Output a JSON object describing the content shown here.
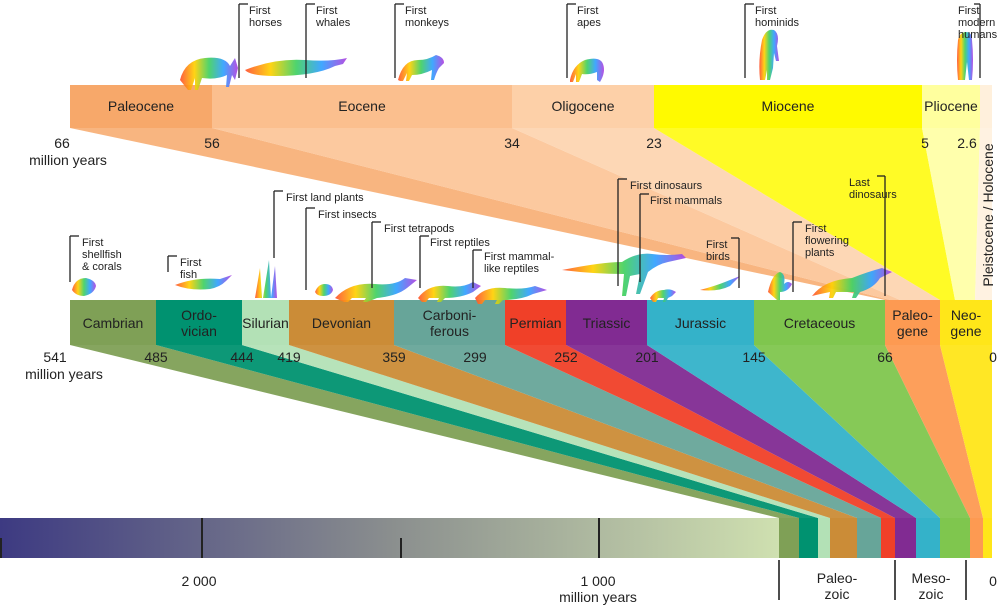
{
  "upper_axis": {
    "unit": "million years",
    "epochs": [
      {
        "name": "Paleocene",
        "color": "#f7a86a"
      },
      {
        "name": "Eocene",
        "color": "#fbbf8e"
      },
      {
        "name": "Oligocene",
        "color": "#fdd0a8"
      },
      {
        "name": "Miocene",
        "color": "#fffa00"
      },
      {
        "name": "Pliocene",
        "color": "#ffff9e"
      },
      {
        "name": "Pleistocene / Holocene",
        "color": "#fff0dc"
      }
    ],
    "ticks": [
      "66",
      "56",
      "34",
      "23",
      "5",
      "2.6"
    ],
    "events": [
      {
        "text": "First horses",
        "lines": [
          "First",
          "horses"
        ]
      },
      {
        "text": "First whales",
        "lines": [
          "First",
          "whales"
        ]
      },
      {
        "text": "First monkeys",
        "lines": [
          "First",
          "monkeys"
        ]
      },
      {
        "text": "First apes",
        "lines": [
          "First",
          "apes"
        ]
      },
      {
        "text": "First hominids",
        "lines": [
          "First",
          "hominids"
        ]
      },
      {
        "text": "First modern humans",
        "lines": [
          "First",
          "modern",
          "humans"
        ]
      }
    ]
  },
  "middle_axis": {
    "unit": "million years",
    "periods": [
      {
        "name": "Cambrian",
        "lines": [
          "Cambrian"
        ],
        "color": "#7fa056",
        "text_color": "#222222"
      },
      {
        "name": "Ordovician",
        "lines": [
          "Ordo-",
          "vician"
        ],
        "color": "#009270",
        "text_color": "#222222"
      },
      {
        "name": "Silurian",
        "lines": [
          "Silurian"
        ],
        "color": "#b3e1b6",
        "text_color": "#222222"
      },
      {
        "name": "Devonian",
        "lines": [
          "Devonian"
        ],
        "color": "#cb8c37",
        "text_color": "#222222"
      },
      {
        "name": "Carboniferous",
        "lines": [
          "Carboni-",
          "ferous"
        ],
        "color": "#67a599",
        "text_color": "#222222"
      },
      {
        "name": "Permian",
        "lines": [
          "Permian"
        ],
        "color": "#f04028",
        "text_color": "#222222"
      },
      {
        "name": "Triassic",
        "lines": [
          "Triassic"
        ],
        "color": "#812b92",
        "text_color": "#ffffff"
      },
      {
        "name": "Jurassic",
        "lines": [
          "Jurassic"
        ],
        "color": "#34b2c9",
        "text_color": "#222222"
      },
      {
        "name": "Cretaceous",
        "lines": [
          "Cretaceous"
        ],
        "color": "#7fc64e",
        "text_color": "#222222"
      },
      {
        "name": "Paleogene",
        "lines": [
          "Paleo-",
          "gene"
        ],
        "color": "#fd9a52",
        "text_color": "#222222"
      },
      {
        "name": "Neogene",
        "lines": [
          "Neo-",
          "gene"
        ],
        "color": "#ffe619",
        "text_color": "#222222"
      }
    ],
    "ticks": [
      "541",
      "485",
      "444",
      "419",
      "359",
      "299",
      "252",
      "201",
      "145",
      "66",
      "0"
    ],
    "events": [
      {
        "text": "First shellfish & corals",
        "lines": [
          "First",
          "shellfish",
          "& corals"
        ]
      },
      {
        "text": "First fish",
        "lines": [
          "First",
          "fish"
        ]
      },
      {
        "text": "First land plants",
        "lines": [
          "First land plants"
        ]
      },
      {
        "text": "First insects",
        "lines": [
          "First insects"
        ]
      },
      {
        "text": "First tetrapods",
        "lines": [
          "First tetrapods"
        ]
      },
      {
        "text": "First reptiles",
        "lines": [
          "First reptiles"
        ]
      },
      {
        "text": "First mammal-like reptiles",
        "lines": [
          "First mammal-",
          "like reptiles"
        ]
      },
      {
        "text": "First dinosaurs",
        "lines": [
          "First dinosaurs"
        ]
      },
      {
        "text": "First mammals",
        "lines": [
          "First mammals"
        ]
      },
      {
        "text": "First birds",
        "lines": [
          "First",
          "birds"
        ]
      },
      {
        "text": "First flowering plants",
        "lines": [
          "First",
          "flowering",
          "plants"
        ]
      },
      {
        "text": "Last dinosaurs",
        "lines": [
          "Last",
          "dinosaurs"
        ]
      }
    ]
  },
  "lower_axis": {
    "unit": "million years",
    "ticks": [
      "2 000",
      "1 000",
      "0"
    ],
    "eras": [
      {
        "name": "Paleozoic",
        "lines": [
          "Paleo-",
          "zoic"
        ]
      },
      {
        "name": "Mesozoic",
        "lines": [
          "Meso-",
          "zoic"
        ]
      }
    ],
    "gradient": [
      "#3d3a82",
      "#8a8e8e",
      "#cfe0b0"
    ]
  }
}
